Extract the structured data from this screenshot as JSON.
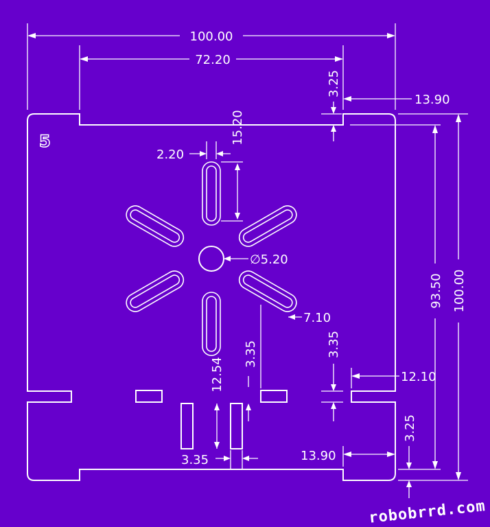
{
  "part_label": "5",
  "brand": "robobrrd.com",
  "dimensions": {
    "overall_width": "100.00",
    "top_notch_width": "72.20",
    "notch_depth_top": "3.25",
    "right_offset_top": "13.90",
    "slot_length_vertical": "15.20",
    "slot_width": "2.20",
    "center_hole": "∅5.20",
    "slot_offset": "7.10",
    "height_inner": "93.50",
    "height_overall": "100.00",
    "tab_gap_left": "3.35",
    "tab_gap_right": "3.35",
    "tab_right_offset": "12.10",
    "tab_height": "12.54",
    "tab_spacing_bottom": "3.35",
    "right_offset_bottom": "13.90",
    "notch_depth_bottom": "3.25"
  }
}
